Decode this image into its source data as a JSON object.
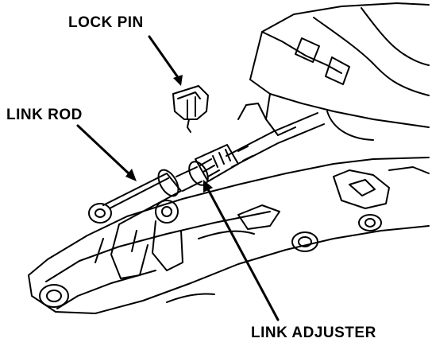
{
  "labels": {
    "lock_pin": "LOCK PIN",
    "link_rod": "LINK ROD",
    "link_adjuster": "LINK ADJUSTER"
  },
  "colors": {
    "ink": "#000000",
    "paper": "#ffffff"
  }
}
